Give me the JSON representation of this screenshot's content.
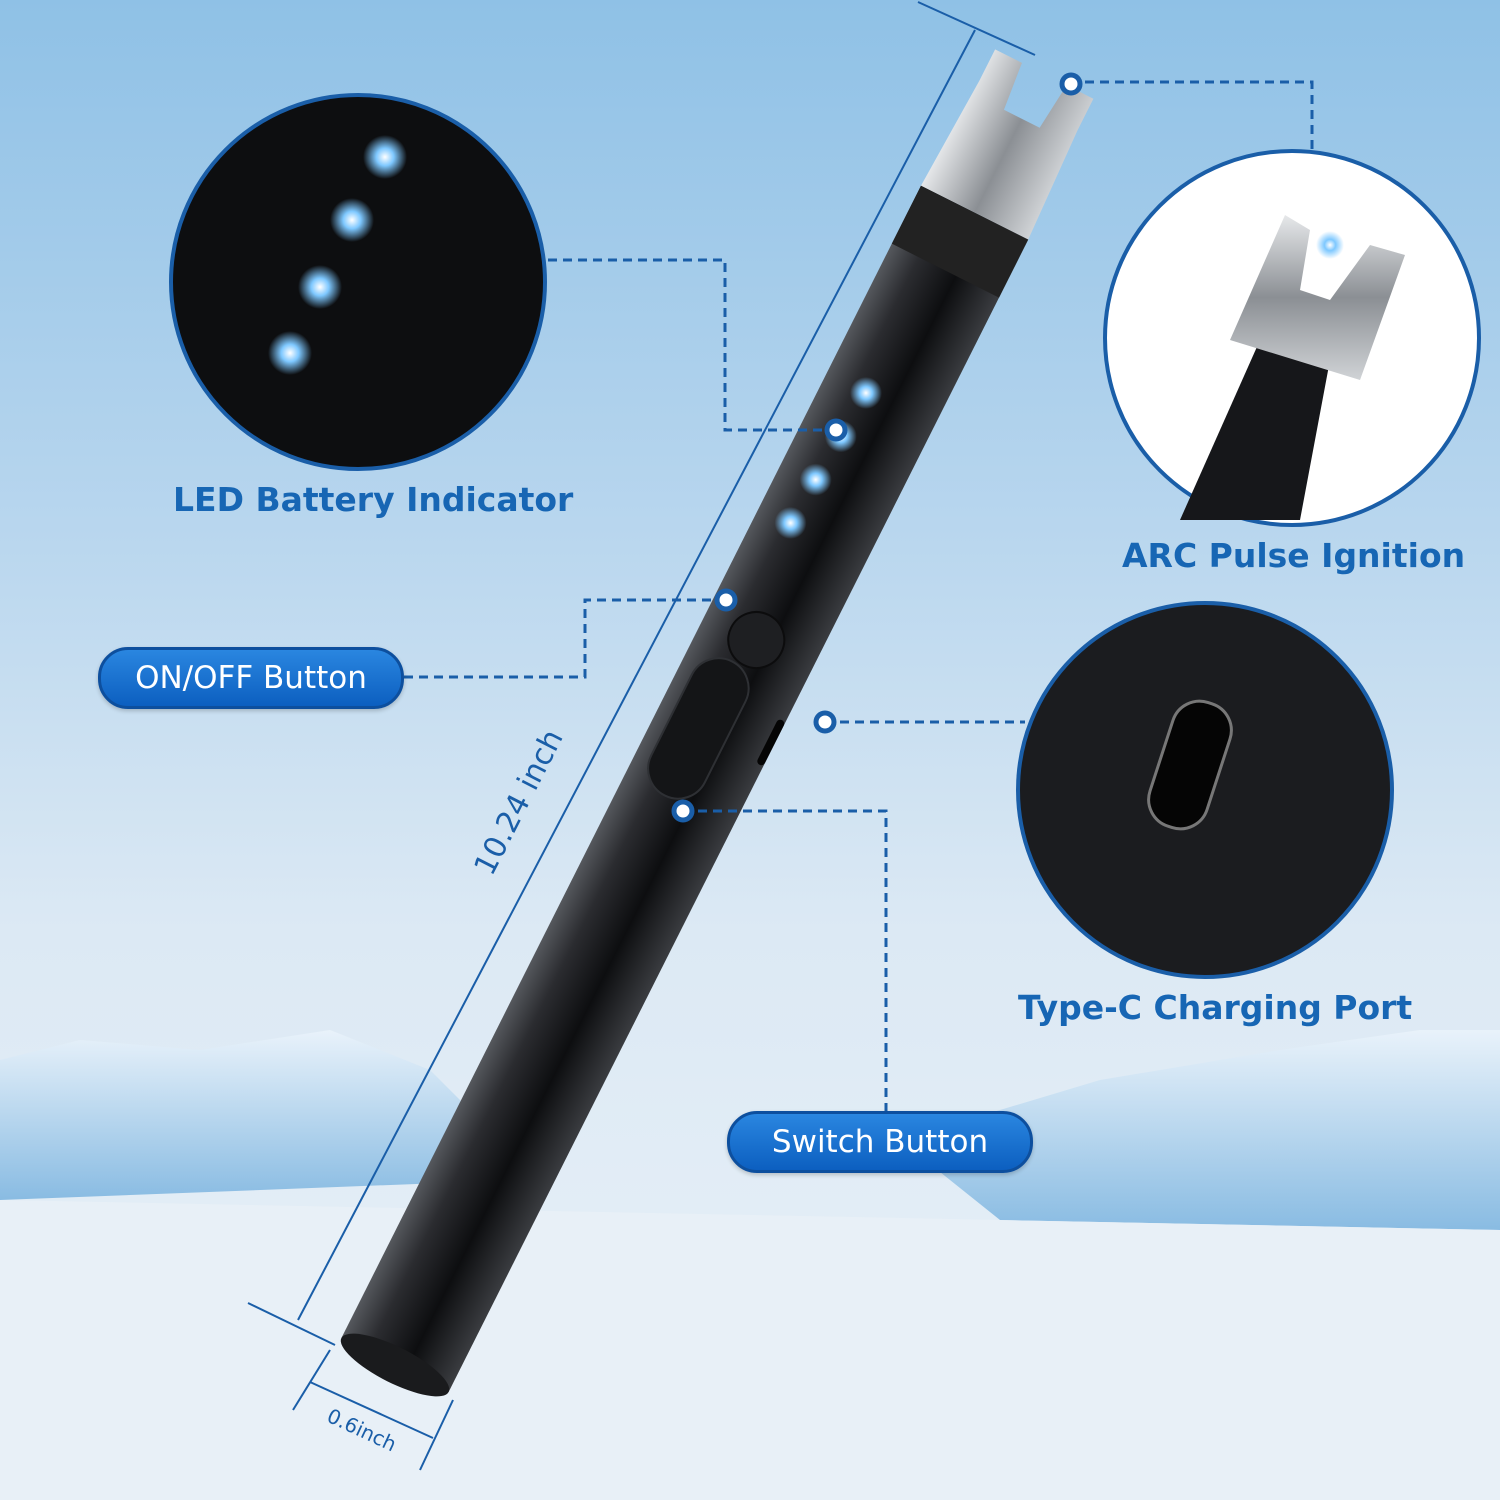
{
  "features": {
    "led": {
      "label": "LED Battery Indicator"
    },
    "arc": {
      "label": "ARC Pulse Ignition"
    },
    "typec": {
      "label": "Type-C Charging Port"
    },
    "onoff": {
      "label": "ON/OFF Button"
    },
    "switch": {
      "label": "Switch Button"
    }
  },
  "dimensions": {
    "length": "10.24 inch",
    "diameter": "0.6inch"
  },
  "colors": {
    "accent": "#1766b4",
    "pill": "#1a73d4",
    "body": "#1c1d20"
  }
}
